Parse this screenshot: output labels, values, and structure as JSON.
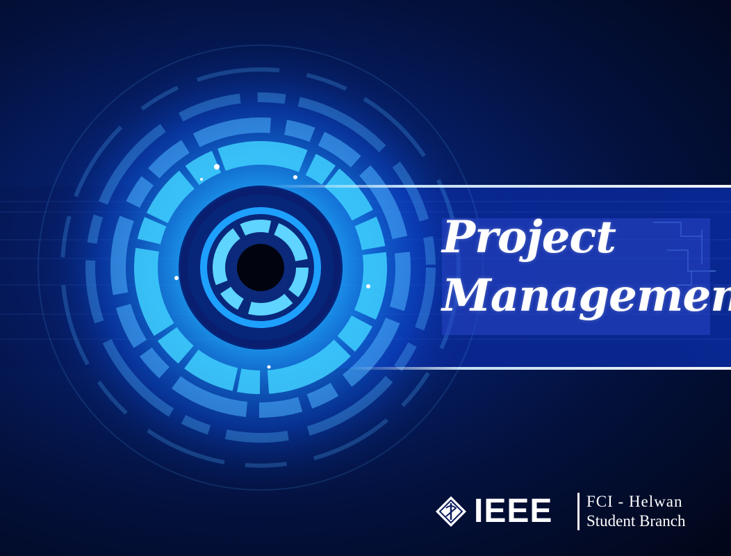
{
  "slide": {
    "title_line1": "Project",
    "title_line2": "Management"
  },
  "logo": {
    "wordmark": "IEEE",
    "branch_line1": "FCI - Helwan",
    "branch_line2": "Student Branch"
  },
  "colors": {
    "background": "#03113d",
    "glow": "#35b6ff",
    "title_box": "#2846c8",
    "text": "#ffffff"
  },
  "icons": [
    "ieee-diamond-icon"
  ]
}
